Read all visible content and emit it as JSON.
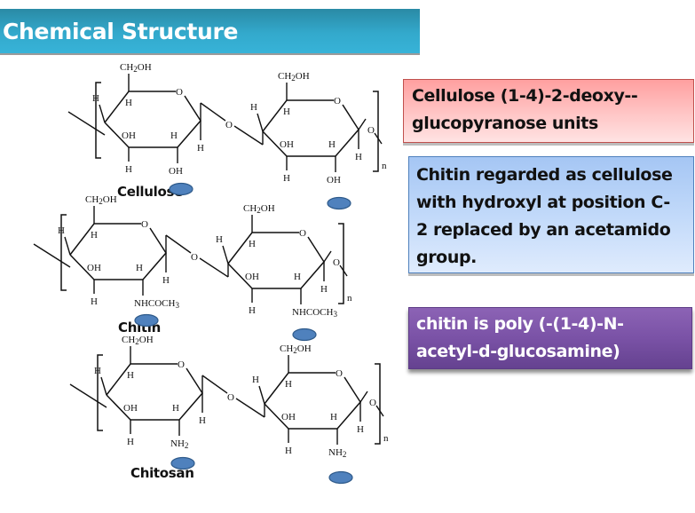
{
  "slide": {
    "title": "Chemical Structure"
  },
  "callouts": {
    "cellulose_note": {
      "lines": [
        "Cellulose (1-4)-2-deoxy--",
        "glucopyranose units"
      ],
      "color": "#ffb3b3"
    },
    "chitin_note": {
      "lines": [
        "Chitin regarded as cellulose",
        "with hydroxyl at position C-",
        "2 replaced by an acetamido",
        "group."
      ],
      "color": "#c4dbfa"
    },
    "chitin_formula": {
      "lines": [
        "chitin is poly (-(1-4)-N-",
        "acetyl-d-glucosamine)"
      ],
      "color": "#7a52a6"
    }
  },
  "structures": [
    {
      "name": "Cellulose",
      "substituent_c2": "OH",
      "ring_labels": {
        "ch2oh": "CH2OH",
        "ring_o": "O",
        "bridge_o": "O",
        "h": "H",
        "oh": "OH",
        "repeat": "n"
      }
    },
    {
      "name": "Chitin",
      "substituent_c2": "NHCOCH3",
      "ring_labels": {
        "ch2oh": "CH2OH",
        "ring_o": "O",
        "bridge_o": "O",
        "h": "H",
        "oh": "OH",
        "repeat": "n"
      }
    },
    {
      "name": "Chitosan",
      "substituent_c2": "NH2",
      "ring_labels": {
        "ch2oh": "CH2OH",
        "ring_o": "O",
        "bridge_o": "O",
        "h": "H",
        "oh": "OH",
        "repeat": "n"
      }
    }
  ],
  "highlight_marker_color": "#4f81bd"
}
